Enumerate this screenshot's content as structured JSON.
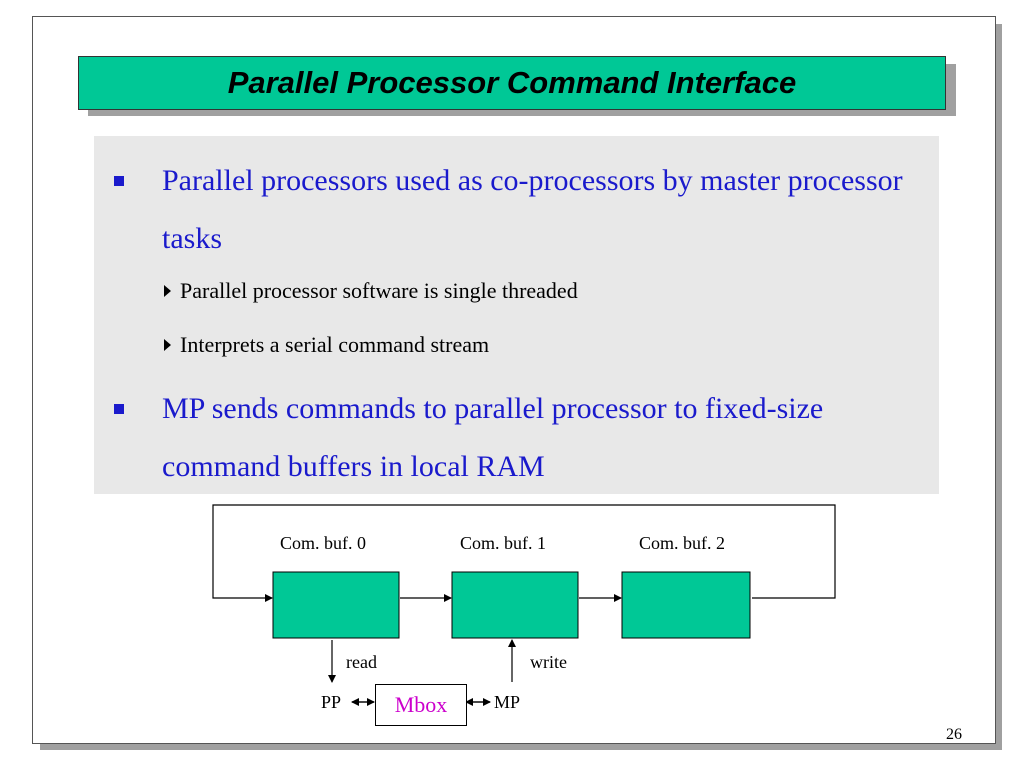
{
  "slide": {
    "title": "Parallel Processor Command Interface",
    "bullets": [
      {
        "text": "Parallel processors used as co-processors by master processor tasks",
        "subs": [
          "Parallel processor software is single threaded",
          "Interprets a serial command stream"
        ]
      },
      {
        "text": "MP sends commands to parallel processor to fixed-size command buffers in local RAM",
        "subs": []
      }
    ],
    "page_number": "26"
  },
  "diagram": {
    "buffers": [
      "Com. buf. 0",
      "Com. buf. 1",
      "Com. buf. 2"
    ],
    "read_label": "read",
    "write_label": "write",
    "pp_label": "PP",
    "mp_label": "MP",
    "mbox_label": "Mbox"
  },
  "colors": {
    "title_bg": "#00c896",
    "buffer_fill": "#00c896",
    "bullet_text": "#1a1acc",
    "mbox_text": "#cc00cc",
    "content_bg": "#e8e8e8"
  }
}
